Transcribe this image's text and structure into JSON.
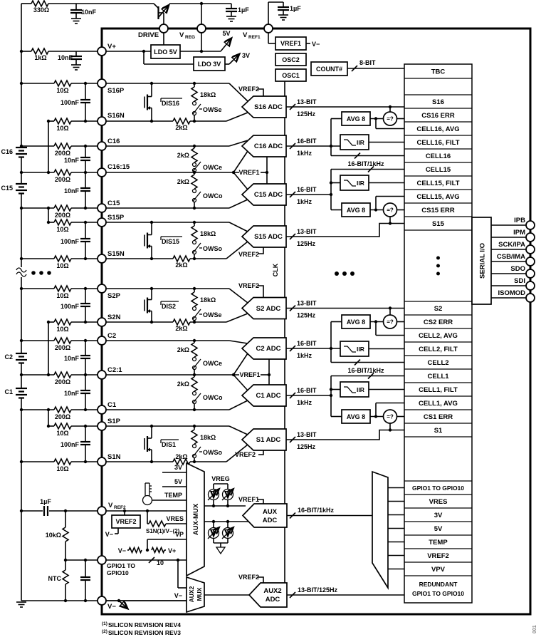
{
  "top": {
    "r330": "330Ω",
    "c10nf_a": "10nF",
    "cap1uf_a": "1µF",
    "cap1uf_b": "1µF",
    "r1k": "1kΩ",
    "c10nf_b": "10nF",
    "drive": "DRIVE",
    "v": "V",
    "vreg_sub": "REG",
    "vref1_sub": "REF1",
    "vref2_sub": "REF2",
    "v5": "5V",
    "v3": "3V",
    "vplus": "V+",
    "ldo5": "LDO 5V",
    "ldo3": "LDO 3V",
    "vref1_box": "VREF1",
    "vminus": "V−",
    "osc2": "OSC2",
    "osc1": "OSC1",
    "count": "COUNT#",
    "bits8": "8-BIT"
  },
  "vals": {
    "r10": "10Ω",
    "r200": "200Ω",
    "c100nf": "100nF",
    "c10nf": "10nF",
    "r18k": "18kΩ",
    "r2k": "2kΩ",
    "owse": "OWSe",
    "owso": "OWSo",
    "owce": "OWCe",
    "owco": "OWCo",
    "vref1": "VREF1",
    "vref2": "VREF2",
    "b13": "13-BIT",
    "r125": "125Hz",
    "b16": "16-BIT",
    "r1khz": "1kHz",
    "mid": "16-BIT/1kHz",
    "aux": "16-BIT/1kHz",
    "aux2": "13-BIT/125Hz",
    "avg": "AVG 8",
    "iir": "IIR",
    "cmp": "=?",
    "clk": "CLK"
  },
  "pins": {
    "s16p": "S16P",
    "s16n": "S16N",
    "c16": "C16",
    "c16_15": "C16:15",
    "c15": "C15",
    "s15p": "S15P",
    "s15n": "S15N",
    "s2p": "S2P",
    "s2n": "S2N",
    "c2": "C2",
    "c2_1": "C2:1",
    "c1": "C1",
    "s1p": "S1P",
    "s1n": "S1N",
    "gpio1": "GPIO1 TO",
    "gpio2": "GPIO10",
    "vminus": "V−"
  },
  "bat": {
    "c16": "C16",
    "c15": "C15",
    "c2": "C2",
    "c1": "C1"
  },
  "dis": {
    "d16": "DIS16",
    "d15": "DIS15",
    "d2": "DIS2",
    "d1": "DIS1"
  },
  "adc": {
    "s16": "S16 ADC",
    "c16": "C16 ADC",
    "c15": "C15 ADC",
    "s15": "S15 ADC",
    "s2": "S2 ADC",
    "c2": "C2 ADC",
    "c1": "C1 ADC",
    "s1": "S1 ADC",
    "aux1": "AUX",
    "aux2l1": "AUX2",
    "adc_word": "ADC"
  },
  "table": {
    "tbc": "TBC",
    "s16": "S16",
    "cs16": "CS16 ERR",
    "c16avg": "CELL16, AVG",
    "c16filt": "CELL16, FILT",
    "c16": "CELL16",
    "c15": "CELL15",
    "c15filt": "CELL15, FILT",
    "c15avg": "CELL15, AVG",
    "cs15": "CS15 ERR",
    "s15": "S15",
    "s2": "S2",
    "cs2": "CS2 ERR",
    "c2avg": "CELL2, AVG",
    "c2filt": "CELL2, FILT",
    "c2": "CELL2",
    "c1": "CELL1",
    "c1filt": "CELL1, FILT",
    "c1avg": "CELL1, AVG",
    "cs1": "CS1 ERR",
    "s1": "S1",
    "gpio": "GPIO1 TO GPIO10",
    "vres": "VRES",
    "v3": "3V",
    "v5": "5V",
    "temp": "TEMP",
    "vref2": "VREF2",
    "vpv": "VPV",
    "red1": "REDUNDANT",
    "red2": "GPIO1 TO GPIO10"
  },
  "serial": {
    "label": "SERIAL I/O",
    "p0": "IPB",
    "p1": "IPM",
    "p2": "SCK/IPA",
    "p3": "CSB/IMA",
    "p4": "SDO",
    "p5": "SDI",
    "p6": "ISOMOD"
  },
  "aux": {
    "v3": "3V",
    "v5": "5V",
    "temp": "TEMP",
    "vres": "VRES",
    "s1n_note": "S1N(1)/V−(2)",
    "vp": "VP",
    "vm": "V−",
    "vplus": "V+",
    "ten": "10",
    "auxmux": "AUX-MUX",
    "vreg": "VREG",
    "aux2mux_1": "AUX2",
    "aux2mux_2": "MUX",
    "vref2box": "VREF2",
    "c1uf": "1µF",
    "r10k": "10kΩ",
    "ntc": "NTC"
  },
  "fn": {
    "s1": "(1)",
    "t1": "SILICON REVISION REV4",
    "s2": "(2)",
    "t2": "SILICON REVISION REV3"
  },
  "corner": "001"
}
